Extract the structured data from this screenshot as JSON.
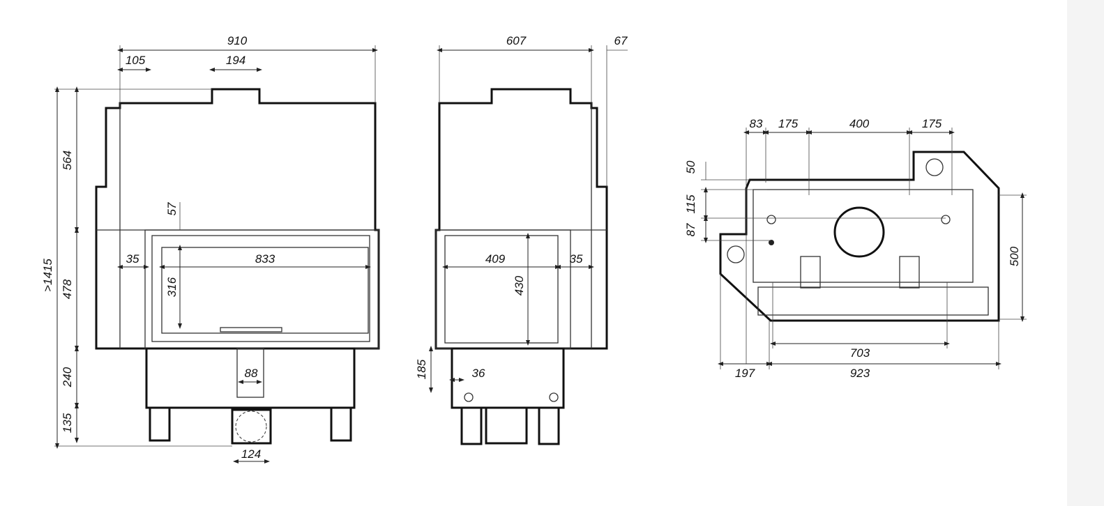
{
  "front_view": {
    "width": "910",
    "left_offset": "105",
    "flue_width": "194",
    "upper_height": "564",
    "door_height": "478",
    "total_height": ">1415",
    "base_height": "240",
    "leg_height": "135",
    "door_top": "57",
    "side_margin": "35",
    "glass_width": "833",
    "glass_height": "316",
    "ash_width": "88",
    "pipe_width": "124"
  },
  "side_view": {
    "depth": "607",
    "rear_offset": "67",
    "glass_width": "409",
    "side_margin": "35",
    "glass_height": "430",
    "base_height": "185",
    "base_offset": "36"
  },
  "top_view": {
    "dim_83": "83",
    "dim_175a": "175",
    "dim_400": "400",
    "dim_175b": "175",
    "dim_50": "50",
    "dim_115": "115",
    "dim_87": "87",
    "depth": "500",
    "inner_width": "703",
    "left_ext": "197",
    "total_width": "923"
  }
}
